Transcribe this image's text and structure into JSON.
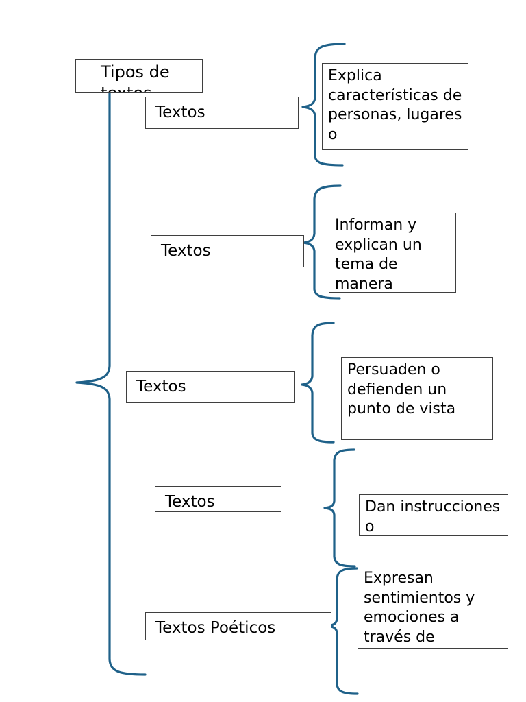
{
  "diagram": {
    "title_node": {
      "label": "Tipos de textos",
      "visible_line": "Tipos de",
      "clipped_line": "textos"
    },
    "accent_color": "#1f6189",
    "box_border_color": "#3f3f3f",
    "text_color": "#000000",
    "background_color": "#ffffff",
    "branches": [
      {
        "category": "Textos",
        "description": "Explica características de personas, lugares o",
        "description_clipped": true
      },
      {
        "category": "Textos",
        "description": "Informan y explican un tema de manera",
        "description_clipped": true
      },
      {
        "category": "Textos",
        "description": "Persuaden o defienden un punto de vista",
        "description_clipped": false
      },
      {
        "category": "Textos",
        "description": "Dan instrucciones o",
        "description_clipped": true
      },
      {
        "category": "Textos Poéticos",
        "description": "Expresan sentimientos y emociones a través de",
        "description_clipped": true
      }
    ]
  }
}
